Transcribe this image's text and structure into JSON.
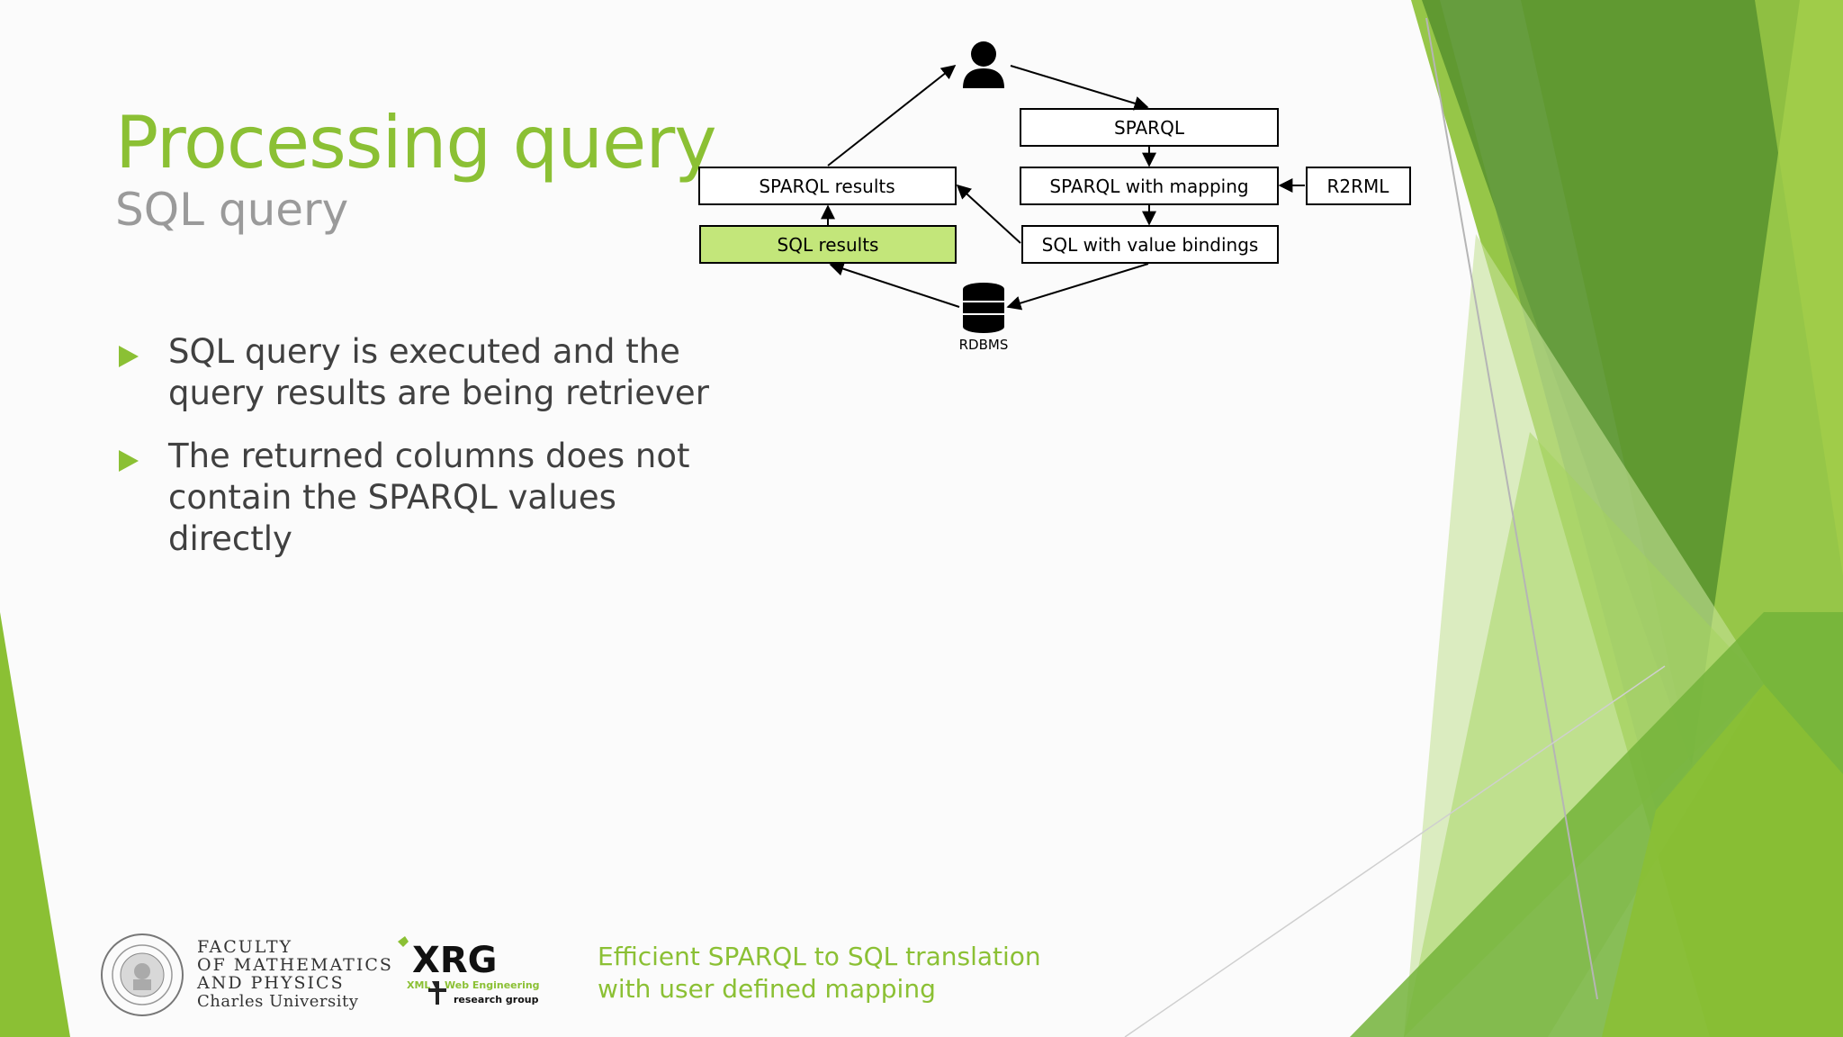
{
  "slide": {
    "title": "Processing query",
    "subtitle": "SQL query",
    "bullets": [
      {
        "lines": [
          "SQL query is executed and the",
          "query results are being retriever"
        ]
      },
      {
        "lines": [
          "The returned columns does not",
          "contain the SPARQL values directly"
        ]
      }
    ]
  },
  "diagram": {
    "boxes": {
      "sparql": "SPARQL",
      "sparql_mapping": "SPARQL with mapping",
      "r2rml": "R2RML",
      "sparql_results": "SPARQL results",
      "sql_results": "SQL results",
      "sql_bindings": "SQL with value bindings"
    },
    "database_label": "RDBMS",
    "icons": [
      "user-icon",
      "database-icon"
    ],
    "highlight_color": "#c3e67a"
  },
  "footer": {
    "faculty_lines": [
      "FACULTY",
      "OF MATHEMATICS",
      "AND PHYSICS"
    ],
    "university": "Charles University",
    "xrg": {
      "logo": "XRG",
      "prefix": "XML",
      "line1": "Web Engineering",
      "line2": "research group"
    },
    "caption_lines": [
      "Efficient SPARQL to SQL translation",
      "with user defined mapping"
    ]
  },
  "theme": {
    "accent": "#8bc034",
    "text": "#404040",
    "subtitle": "#9a9a9a"
  }
}
